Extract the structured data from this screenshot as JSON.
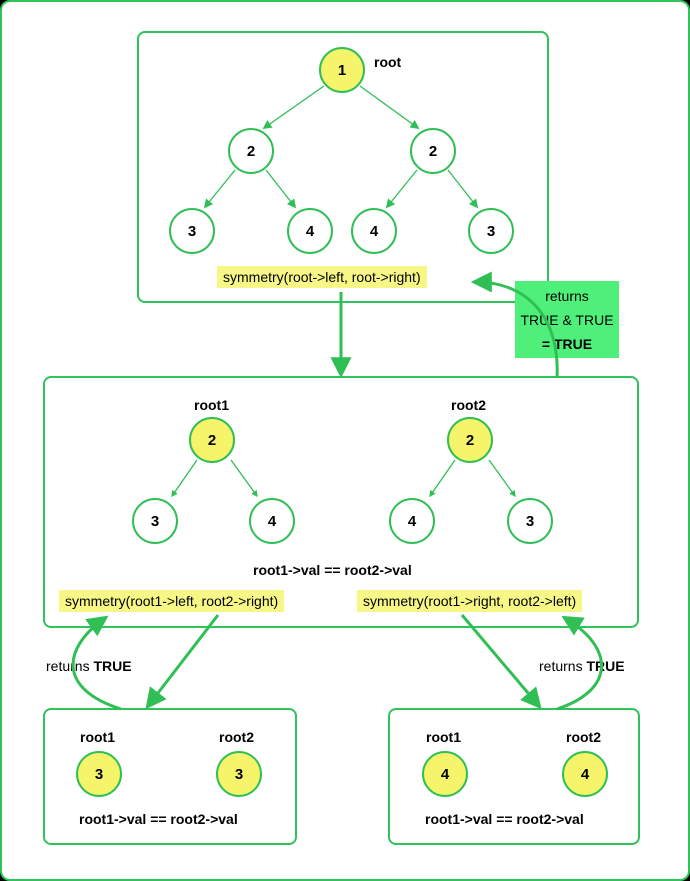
{
  "colors": {
    "edge": "#2fbf55",
    "highlight": "#f5f46a",
    "call_bg": "#f7f787",
    "result_bg": "#4ff07a"
  },
  "top": {
    "root_label": "root",
    "nodes": [
      "1",
      "2",
      "2",
      "3",
      "4",
      "4",
      "3"
    ],
    "call": "symmetry(root->left, root->right)"
  },
  "result": {
    "line1": "returns",
    "line2": "TRUE & TRUE",
    "line3": "= TRUE"
  },
  "middle": {
    "root1_label": "root1",
    "root2_label": "root2",
    "left_nodes": [
      "2",
      "3",
      "4"
    ],
    "right_nodes": [
      "2",
      "4",
      "3"
    ],
    "compare": "root1->val == root2->val",
    "call_left": "symmetry(root1->left, root2->right)",
    "call_right": "symmetry(root1->right, root2->left)"
  },
  "returns": {
    "prefix": "returns",
    "value": "TRUE"
  },
  "bottom_left": {
    "root1_label": "root1",
    "root2_label": "root2",
    "node1": "3",
    "node2": "3",
    "compare": "root1->val == root2->val"
  },
  "bottom_right": {
    "root1_label": "root1",
    "root2_label": "root2",
    "node1": "4",
    "node2": "4",
    "compare": "root1->val == root2->val"
  }
}
